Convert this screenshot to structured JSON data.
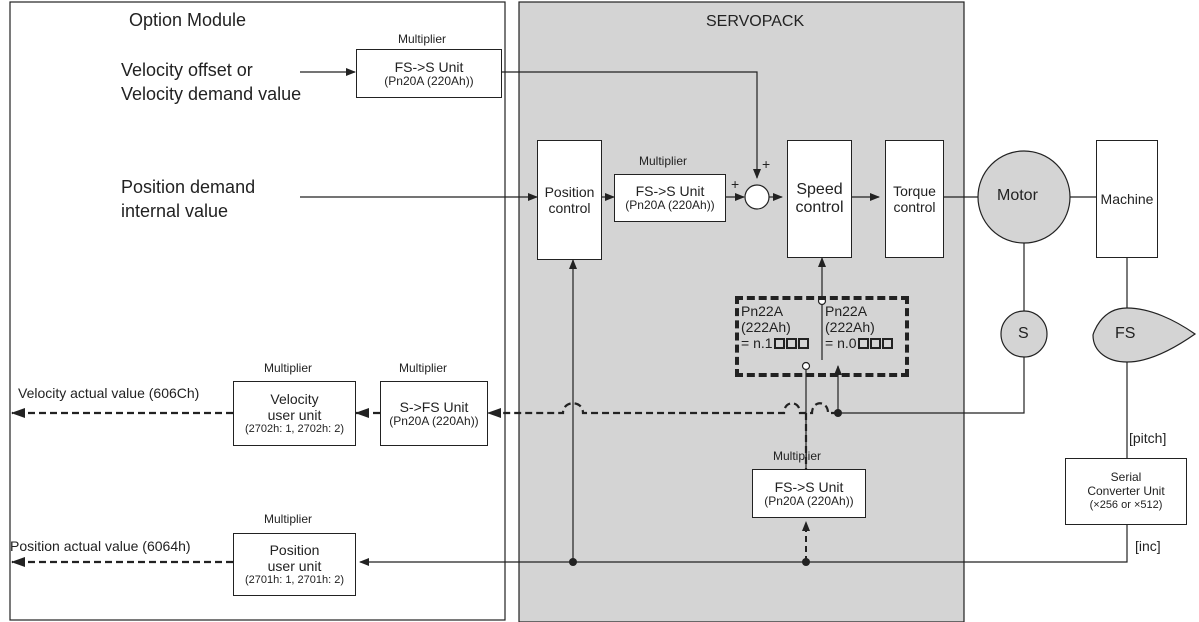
{
  "option_module": {
    "title": "Option Module",
    "velocity_input": {
      "line1": "Velocity offset or",
      "line2": "Velocity demand value"
    },
    "position_input": {
      "line1": "Position demand",
      "line2": "internal value"
    },
    "velocity_output": "Velocity actual value (606Ch)",
    "position_output": "Position actual value (6064h)",
    "vel_user_unit": {
      "mult": "Multiplier",
      "line1": "Velocity",
      "line2": "user unit",
      "line3": "(2702h: 1, 2702h: 2)"
    },
    "pos_user_unit": {
      "mult": "Multiplier",
      "line1": "Position",
      "line2": "user unit",
      "line3": "(2701h: 1, 2701h: 2)"
    },
    "fs_s_top": {
      "mult": "Multiplier",
      "line1": "FS->S Unit",
      "line2": "(Pn20A (220Ah))"
    }
  },
  "servopack": {
    "title": "SERVOPACK",
    "position_control": {
      "line1": "Position",
      "line2": "control"
    },
    "fs_s_mid": {
      "mult": "Multiplier",
      "line1": "FS->S Unit",
      "line2": "(Pn20A (220Ah))"
    },
    "speed_control": {
      "line1": "Speed",
      "line2": "control"
    },
    "torque_control": {
      "line1": "Torque",
      "line2": "control"
    },
    "s_fs": {
      "mult": "Multiplier",
      "line1": "S->FS Unit",
      "line2": "(Pn20A (220Ah))"
    },
    "fs_s_bottom": {
      "mult": "Multiplier",
      "line1": "FS->S Unit",
      "line2": "(Pn20A (220Ah))"
    },
    "plus1": "+",
    "plus2": "+",
    "switch_left": {
      "line1": "Pn22A",
      "line2": "(222Ah)",
      "line3": "= n.1"
    },
    "switch_right": {
      "line1": "Pn22A",
      "line2": "(222Ah)",
      "line3": "= n.0"
    }
  },
  "motor": "Motor",
  "machine": "Machine",
  "s_sensor": "S",
  "fs_sensor": "FS",
  "pitch": "[pitch]",
  "inc": "[inc]",
  "serial_converter": {
    "line1": "Serial",
    "line2": "Converter Unit",
    "line3": "(×256 or ×512)"
  }
}
